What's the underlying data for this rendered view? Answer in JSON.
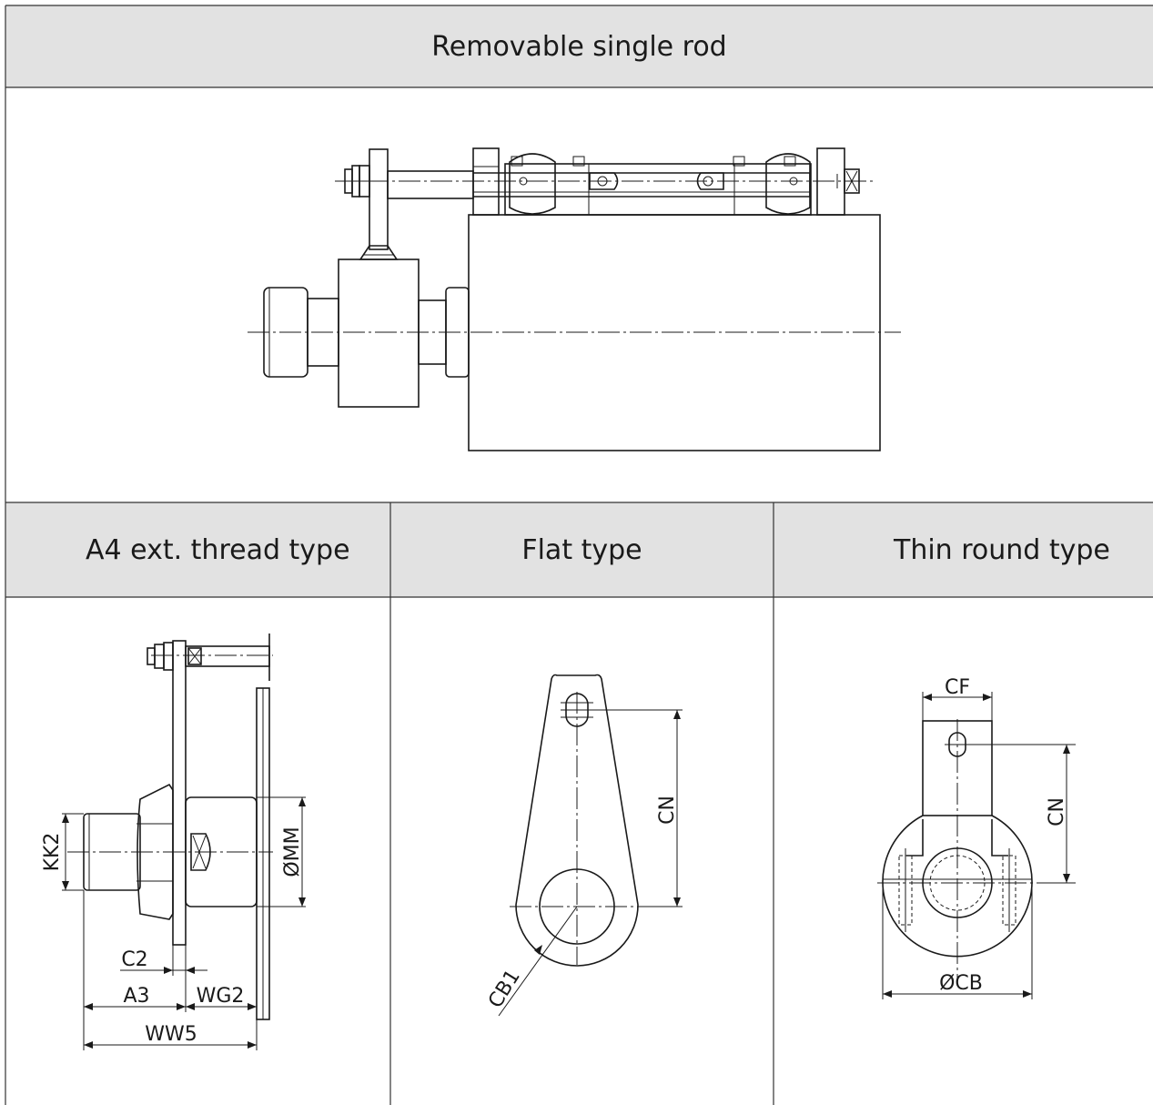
{
  "title": "Removable single rod",
  "panels": [
    {
      "title": "A4 ext. thread type",
      "labels": [
        "KK2",
        "ØMM",
        "C2",
        "A3",
        "WG2",
        "WW5"
      ]
    },
    {
      "title": "Flat type",
      "labels": [
        "CN",
        "CB1"
      ]
    },
    {
      "title": "Thin round type",
      "labels": [
        "CF",
        "CN",
        "ØCB"
      ]
    }
  ]
}
